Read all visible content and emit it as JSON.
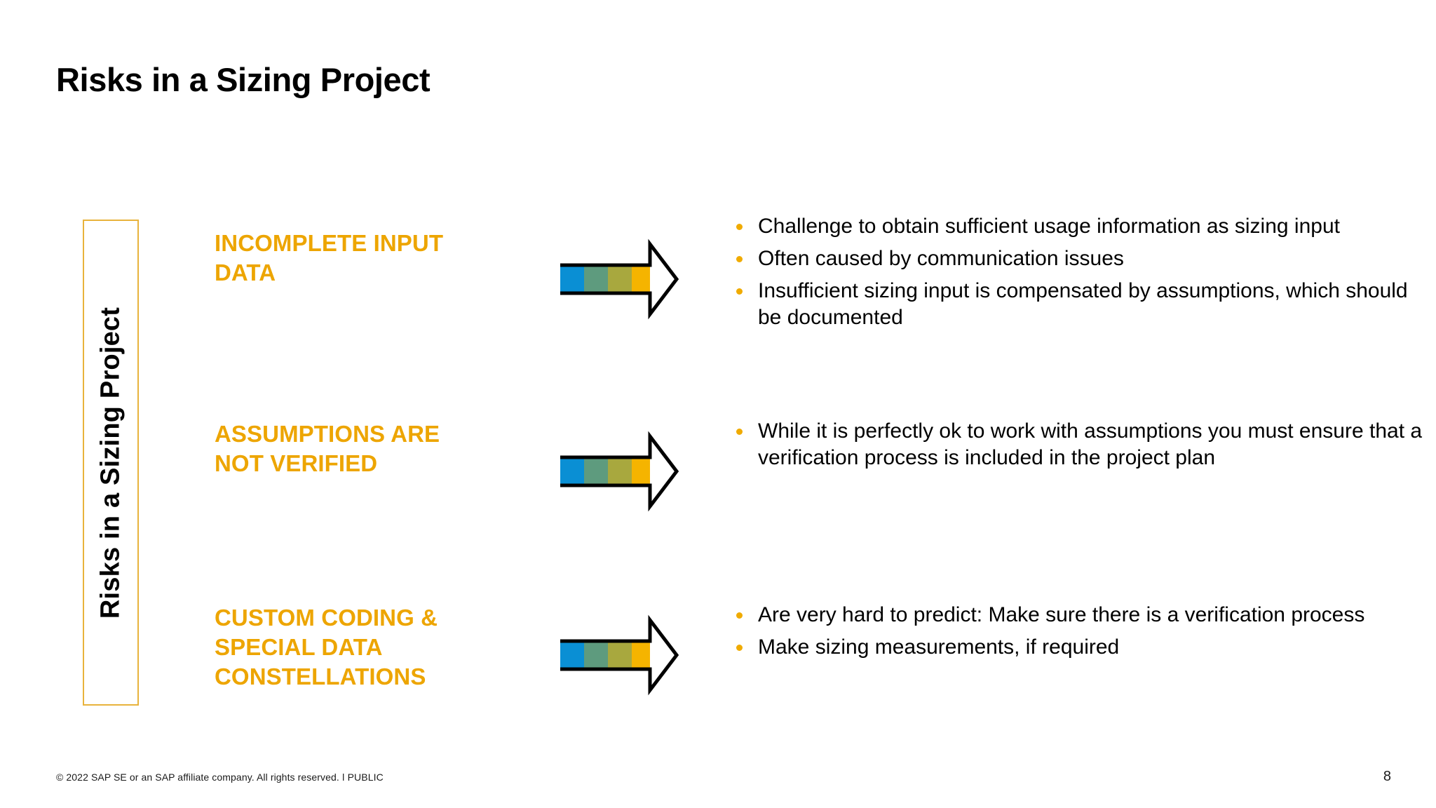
{
  "slide": {
    "title": "Risks in a Sizing Project",
    "side_label": "Risks in a Sizing Project",
    "accent_gold": "#EDA500",
    "bullet_gold": "#F0AB00",
    "box_border_gold": "#E8B33C"
  },
  "arrow": {
    "icon_name": "right-arrow-icon",
    "bands": [
      "#0A8FD4",
      "#5E9B7E",
      "#A8A83E",
      "#F5B400"
    ],
    "outline": "#000000",
    "head_fill": "#FFFFFF"
  },
  "rows": [
    {
      "heading": "INCOMPLETE INPUT DATA",
      "bullets": [
        "Challenge to obtain sufficient usage information as sizing input",
        "Often caused by communication issues",
        "Insufficient sizing input is compensated by assumptions, which should be documented"
      ]
    },
    {
      "heading": "ASSUMPTIONS ARE NOT VERIFIED",
      "bullets": [
        "While it is perfectly ok to work with assumptions you must ensure that a verification process is included in the project plan"
      ]
    },
    {
      "heading": "CUSTOM CODING & SPECIAL DATA CONSTELLATIONS",
      "bullets": [
        "Are very hard to predict: Make sure there is a verification process",
        "Make sizing measurements, if required"
      ]
    }
  ],
  "footer": {
    "copyright": "© 2022 SAP SE or an SAP affiliate company. All rights reserved.  ǀ   PUBLIC",
    "page_number": "8"
  }
}
